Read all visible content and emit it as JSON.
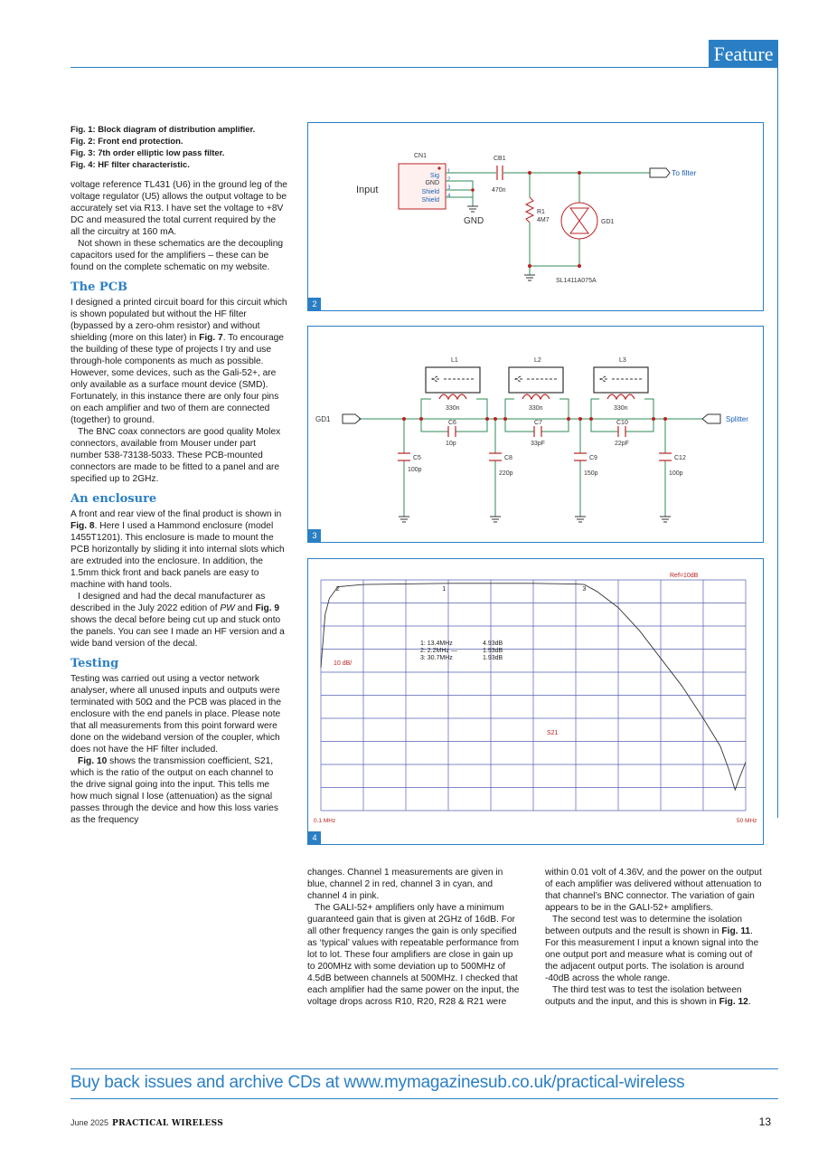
{
  "header": {
    "section_tab": "Feature"
  },
  "captions": [
    "Fig. 1: Block diagram of distribution amplifier.",
    "Fig. 2: Front end protection.",
    "Fig. 3: 7th order elliptic low pass filter.",
    "Fig. 4: HF filter characteristic."
  ],
  "col1": {
    "intro_p1": "voltage reference TL431 (U6) in the ground leg of the voltage regulator (U5) allows the output voltage to be accurately set via R13. I have set the voltage to +8V DC and measured the total current required by the all the circuitry at 160 mA.",
    "intro_p2": "Not shown in these schematics are the decoupling capacitors used for the amplifiers – these can be found on the complete schematic on my website.",
    "h_pcb": "The PCB",
    "pcb_p1a": "I designed a printed circuit board for this circuit which is shown populated but without the HF filter (bypassed by a zero-ohm resistor) and without shielding (more on this later) in ",
    "pcb_p1_ref": "Fig. 7",
    "pcb_p1b": ". To encourage the building of these type of projects I try and use through-hole components as much as possible. However, some devices, such as the Gali-52+, are only available as a surface mount device (SMD). Fortunately, in this instance there are only four pins on each amplifier and two of them are connected (together) to ground.",
    "pcb_p2": "The BNC coax connectors are good quality Molex connectors, available from Mouser under part number 538-73138-5033. These PCB-mounted connectors are made to be fitted to a panel and are specified up to 2GHz.",
    "h_enclosure": "An enclosure",
    "enc_p1a": "A front and rear view of the final product is shown in ",
    "enc_p1_ref": "Fig. 8",
    "enc_p1b": ". Here I used a Hammond enclosure (model 1455T1201). This enclosure is made to mount the PCB horizontally by sliding it into internal slots which are extruded into the enclosure. In addition, the 1.5mm thick front and back panels are easy to machine with hand tools.",
    "enc_p2a": "I designed and had the decal manufacturer as described in the July 2022 edition of ",
    "enc_p2_pw": "PW",
    "enc_p2b": " and ",
    "enc_p2_ref": "Fig. 9",
    "enc_p2c": " shows the decal before being cut up and stuck onto the panels. You can see I made an HF version and a wide band version of the decal.",
    "h_testing": "Testing",
    "test_p1": "Testing was carried out using a vector network analyser, where all unused inputs and outputs were terminated with 50Ω and the PCB was placed in the enclosure with the end panels in place. Please note that all measurements from this point forward were done on the wideband version of the coupler, which does not have the HF filter included.",
    "test_p2_ref": "Fig. 10",
    "test_p2": " shows the transmission coefficient, S21, which is the ratio of the output on each channel to the drive signal going into the input. This tells me how much signal I lose (attenuation) as the signal passes through the device and how this loss varies as the frequency"
  },
  "col2": {
    "p1": "changes. Channel 1 measurements are given in blue, channel 2 in red, channel 3 in cyan, and channel 4 in pink.",
    "p2": "The GALI-52+ amplifiers only have a minimum guaranteed gain that is given at 2GHz of 16dB. For all other frequency ranges the gain is only specified as ‘typical’ values with repeatable performance from lot to lot. These four amplifiers are close in gain up to 200MHz with some deviation up to 500MHz of 4.5dB between channels at 500MHz. I checked that each amplifier had the same power on the input, the voltage drops across R10, R20, R28 & R21 were"
  },
  "col3": {
    "p1": "within 0.01 volt of 4.36V, and the power on the output of each amplifier was delivered without attenuation to that channel’s BNC connector. The variation of gain appears to be in the GALI-52+ amplifiers.",
    "p2a": "The second test was to determine the isolation between outputs and the result is shown in ",
    "p2_ref": "Fig. 11",
    "p2b": ". For this measurement I input a known signal into the one output port and measure what is coming out of the adjacent output ports. The isolation is around -40dB across the whole range.",
    "p3a": "The third test was to test the isolation between outputs and the input, and this is shown in ",
    "p3_ref": "Fig. 12",
    "p3b": "."
  },
  "fig2": {
    "num": "2",
    "input": "Input",
    "cn1": "CN1",
    "pins": [
      "Sig",
      "GND",
      "Shield",
      "Shield"
    ],
    "pin_numbers": [
      "1",
      "2",
      "3",
      "4"
    ],
    "gnd": "GND",
    "cb1": "CB1",
    "cb1_val": "470n",
    "r1": "R1",
    "r1_val": "4M7",
    "gd1": "GD1",
    "part": "SL1411A075A",
    "to_filter": "To filter"
  },
  "fig3": {
    "num": "3",
    "gd1": "GD1",
    "splitter": "Splitter",
    "inductors": [
      {
        "ref": "L1",
        "val": "330n"
      },
      {
        "ref": "L2",
        "val": "330n"
      },
      {
        "ref": "L3",
        "val": "330n"
      }
    ],
    "series_caps": [
      {
        "ref": "C6",
        "val": "10p"
      },
      {
        "ref": "C7",
        "val": "33pF"
      },
      {
        "ref": "C10",
        "val": "22pF"
      }
    ],
    "shunt_caps": [
      {
        "ref": "C5",
        "val": "100p"
      },
      {
        "ref": "C8",
        "val": "220p"
      },
      {
        "ref": "C9",
        "val": "150p"
      },
      {
        "ref": "C12",
        "val": "100p"
      }
    ]
  },
  "fig4": {
    "num": "4",
    "ref_label": "Ref=10dB",
    "scale_label": "10 dB/",
    "trace_label": "S21",
    "x_start": "0.1 MHz",
    "x_end": "50 MHz",
    "markers": [
      {
        "id": "1",
        "freq": "13.4MHz",
        "val": "4.93dB"
      },
      {
        "id": "2",
        "freq": "2.2MHz",
        "val": "1.93dB"
      },
      {
        "id": "3",
        "freq": "30.7MHz",
        "val": "1.93dB"
      }
    ],
    "marker_rows": [
      "1:  13.4MHz",
      "2:   2.2MHz —",
      "3:  30.7MHz"
    ],
    "marker_vals": [
      "4.93dB",
      "1.93dB",
      "1.93dB"
    ]
  },
  "chart_data": {
    "type": "line",
    "title": "",
    "xlabel": "",
    "ylabel": "",
    "x_range_labels": [
      "0.1 MHz",
      "50 MHz"
    ],
    "reference": "Ref=10dB",
    "scale": "10 dB/",
    "series": [
      {
        "name": "S21",
        "x_fraction_of_span": [
          0.0,
          0.01,
          0.02,
          0.04,
          0.1,
          0.3,
          0.5,
          0.6,
          0.62,
          0.65,
          0.7,
          0.75,
          0.8,
          0.85,
          0.9,
          0.94,
          0.96,
          0.975,
          0.985,
          1.0
        ],
        "y_db_below_ref": [
          -38,
          -15,
          -8,
          -3,
          -2,
          -1.5,
          -1.5,
          -1.8,
          -2,
          -5,
          -12,
          -22,
          -34,
          -46,
          -60,
          -72,
          -82,
          -91,
          -86,
          -79
        ]
      }
    ]
  },
  "ad": {
    "text": "Buy back issues and archive CDs at www.mymagazinesub.co.uk/practical-wireless"
  },
  "footer": {
    "date": "June 2025",
    "magazine": "PRACTICAL WIRELESS",
    "page": "13"
  }
}
